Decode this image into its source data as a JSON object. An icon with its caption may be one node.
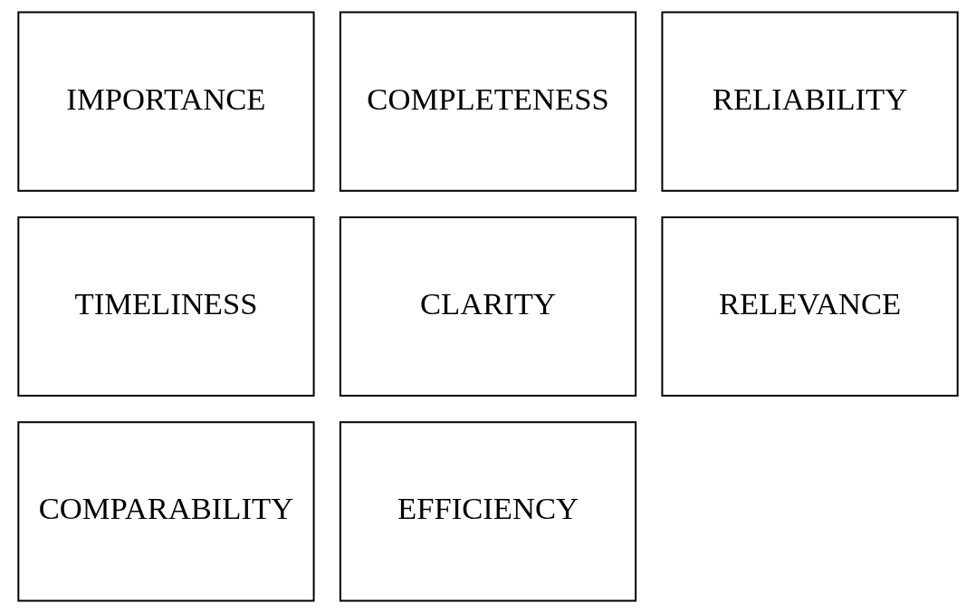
{
  "diagram": {
    "nodes": [
      {
        "text": [
          "IMPORTANCE"
        ]
      },
      {
        "text": [
          "COMPLETENESS"
        ]
      },
      {
        "text": [
          "RELIABILITY"
        ]
      },
      {
        "text": [
          "TIMELINESS"
        ]
      },
      {
        "text": [
          "CLARITY"
        ]
      },
      {
        "text": [
          "RELEVANCE"
        ]
      },
      {
        "text": [
          "COMPARABILITY"
        ]
      },
      {
        "text": [
          "EFFICIENCY"
        ]
      }
    ]
  }
}
